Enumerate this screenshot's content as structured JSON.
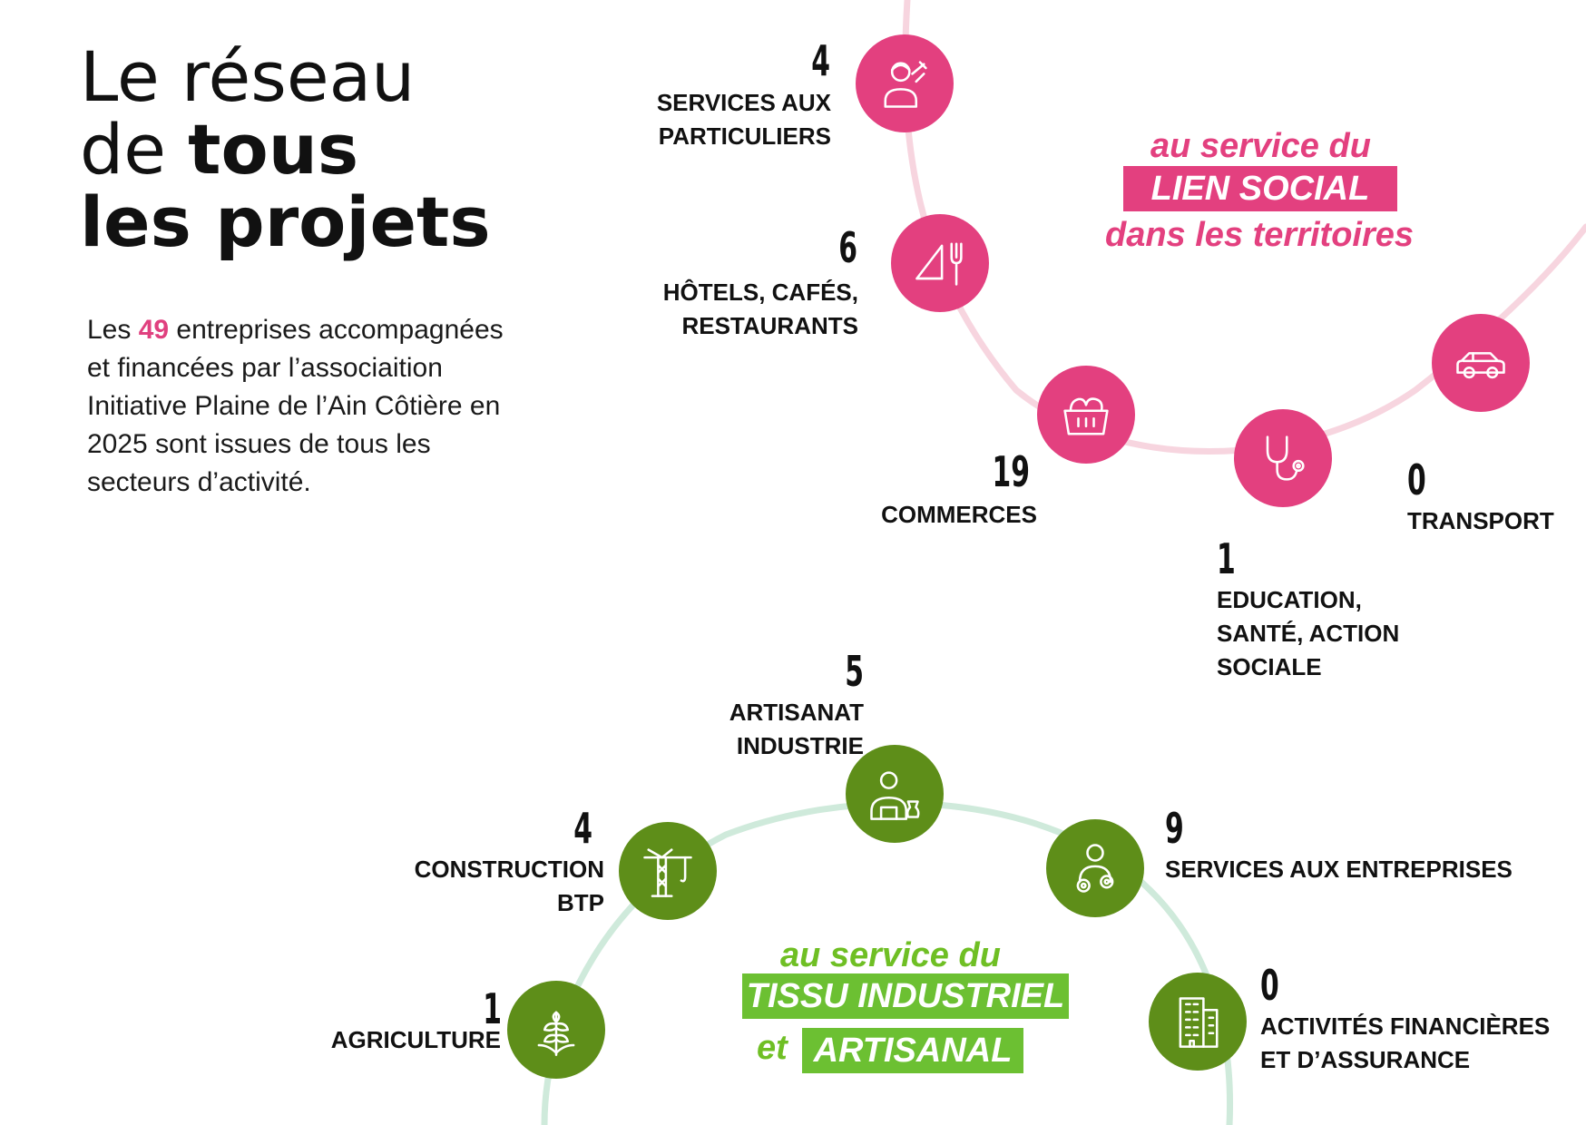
{
  "title": {
    "line1": "Le réseau",
    "line2_prefix": "de ",
    "line2_bold": "tous",
    "line3": "les projets"
  },
  "intro": {
    "prefix": "Les ",
    "count": "49",
    "rest": " entreprises accompagnées et financées par l’associaition Initiative Plaine de l’Ain Côtière  en 2025 sont issues de tous les secteurs d’activité."
  },
  "colors": {
    "pink": "#e3407f",
    "green": "#5e8e19",
    "green_light": "#6cc032"
  },
  "social": {
    "line1": "au service du",
    "box": "LIEN SOCIAL",
    "line3": "dans les territoires",
    "sectors": [
      {
        "value": "4",
        "label": "SERVICES AUX PARTICULIERS",
        "label_lines": [
          "SERVICES AUX",
          "PARTICULIERS"
        ],
        "icon": "person-service-icon"
      },
      {
        "value": "6",
        "label": "HÔTELS, CAFÉS, RESTAURANTS",
        "label_lines": [
          "HÔTELS, CAFÉS,",
          "RESTAURANTS"
        ],
        "icon": "napkin-fork-icon"
      },
      {
        "value": "19",
        "label": "COMMERCES",
        "label_lines": [
          "COMMERCES"
        ],
        "icon": "shopping-basket-icon"
      },
      {
        "value": "1",
        "label": "EDUCATION, SANTÉ, ACTION SOCIALE",
        "label_lines": [
          "EDUCATION,",
          "SANTÉ, ACTION",
          "SOCIALE"
        ],
        "icon": "stethoscope-icon"
      },
      {
        "value": "0",
        "label": "TRANSPORT",
        "label_lines": [
          "TRANSPORT"
        ],
        "icon": "car-icon"
      }
    ]
  },
  "industrial": {
    "line1": "au service du",
    "box1": "TISSU INDUSTRIEL",
    "et": "et",
    "box2": "ARTISANAL",
    "sectors": [
      {
        "value": "1",
        "label": "AGRICULTURE",
        "label_lines": [
          "AGRICULTURE"
        ],
        "icon": "wheat-icon"
      },
      {
        "value": "4",
        "label": "CONSTRUCTION BTP",
        "label_lines": [
          "CONSTRUCTION",
          "BTP"
        ],
        "icon": "crane-icon"
      },
      {
        "value": "5",
        "label": "ARTISANAT INDUSTRIE",
        "label_lines": [
          "ARTISANAT",
          "INDUSTRIE"
        ],
        "icon": "artisan-icon"
      },
      {
        "value": "9",
        "label": "SERVICES AUX ENTREPRISES",
        "label_lines": [
          "SERVICES AUX ENTREPRISES"
        ],
        "icon": "person-gears-icon"
      },
      {
        "value": "0",
        "label": "ACTIVITÉS FINANCIÈRES ET D’ASSURANCE",
        "label_lines": [
          "ACTIVITÉS FINANCIÈRES",
          "ET D’ASSURANCE"
        ],
        "icon": "building-icon"
      }
    ]
  }
}
